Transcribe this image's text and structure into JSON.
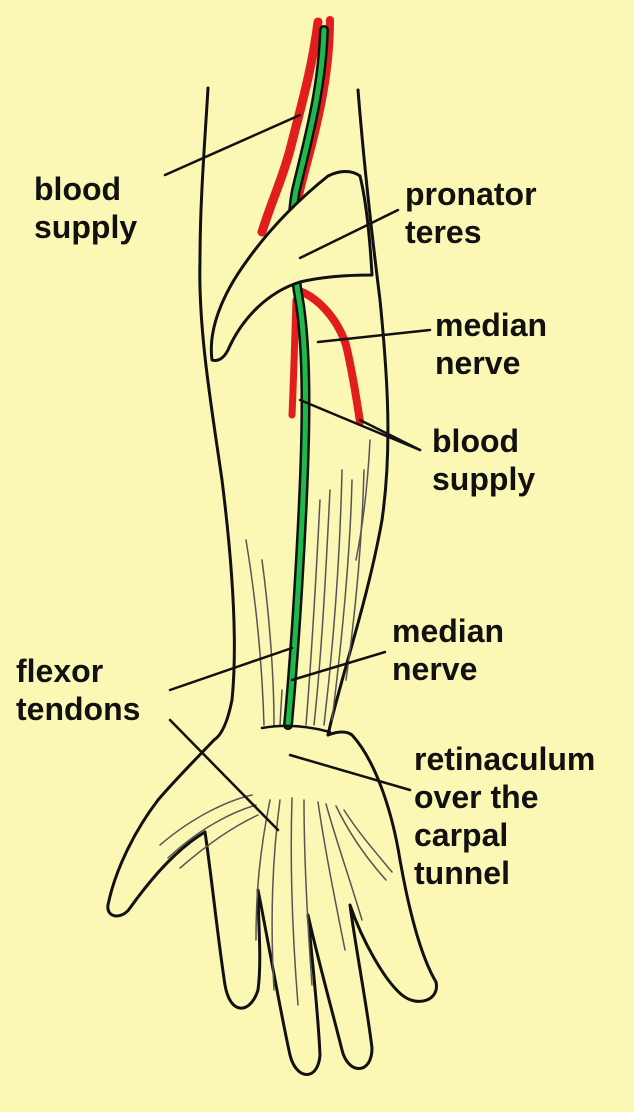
{
  "colors": {
    "background": "#fbf7b4",
    "outline": "#111111",
    "artery": "#e11d1d",
    "nerve": "#1fb84a",
    "tendon": "#555555"
  },
  "labels": {
    "blood_supply_upper": [
      "blood",
      "supply"
    ],
    "pronator_teres": [
      "pronator",
      "teres"
    ],
    "median_nerve_upper": [
      "median",
      "nerve"
    ],
    "blood_supply_lower": [
      "blood",
      "supply"
    ],
    "median_nerve_lower": [
      "median",
      "nerve"
    ],
    "flexor_tendons": [
      "flexor",
      "tendons"
    ],
    "retinaculum": [
      "retinaculum",
      "over the",
      "carpal",
      "tunnel"
    ]
  }
}
